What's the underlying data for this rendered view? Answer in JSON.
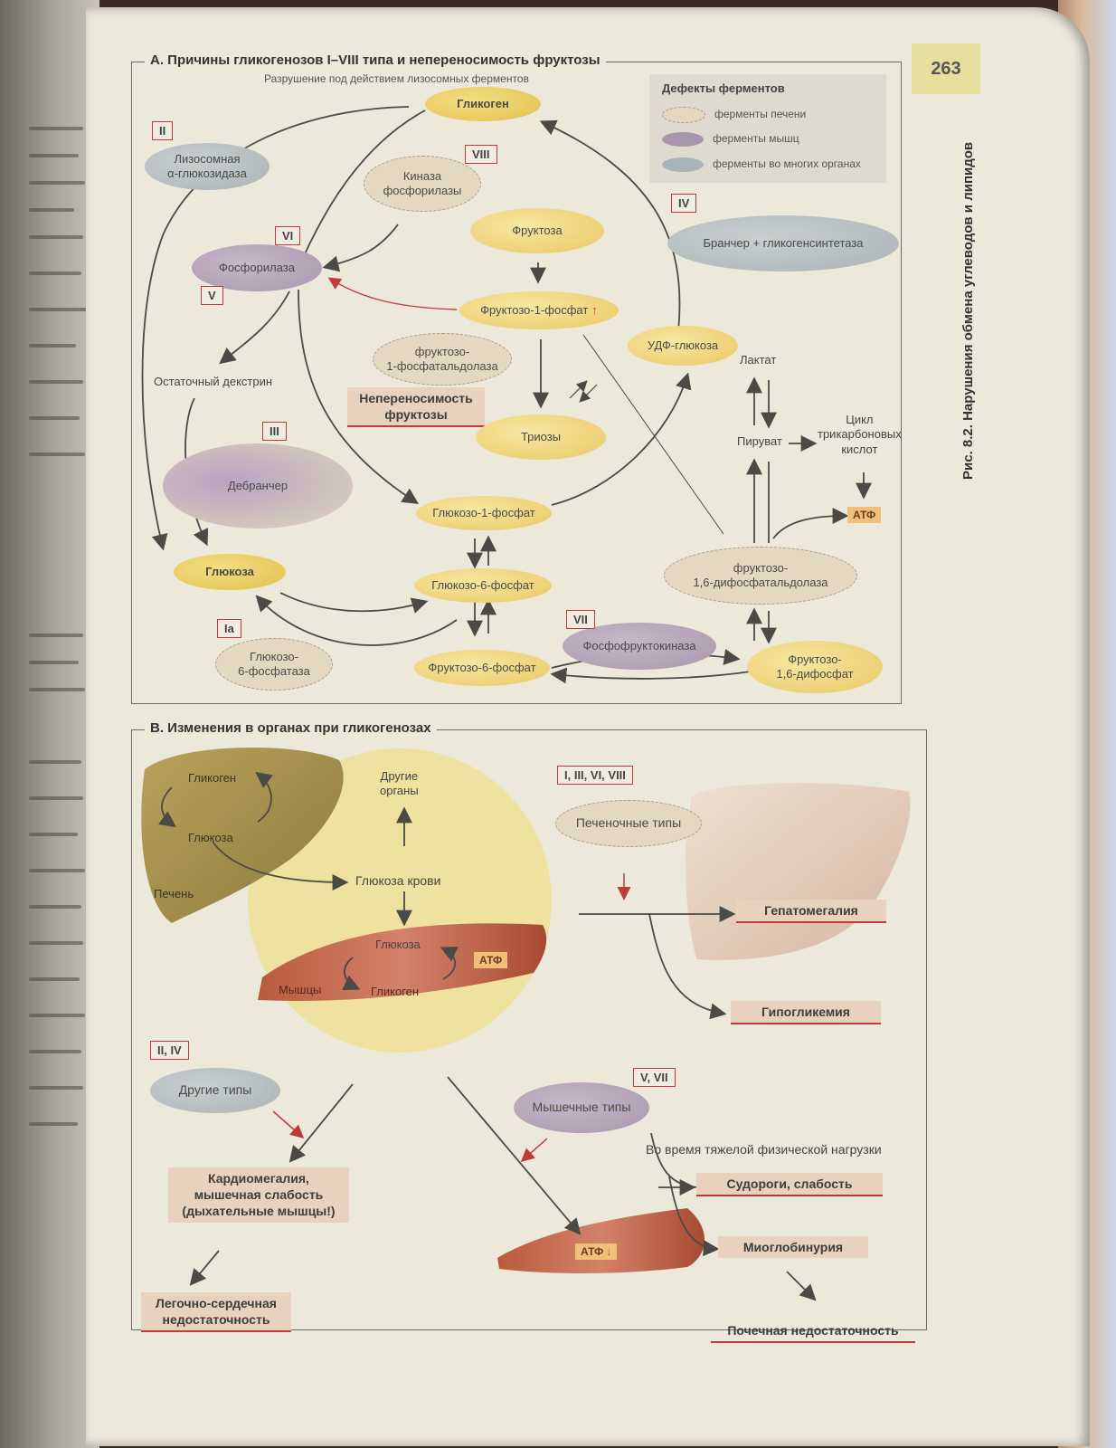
{
  "page_number": "263",
  "figure_caption": "Рис. 8.2. Нарушения обмена углеводов и липидов",
  "panel_a": {
    "title": "А. Причины гликогенозов I–VIII типа и непереносимость фруктозы",
    "subtitle": "Разрушение под действием лизосомных ферментов",
    "legend": {
      "title": "Дефекты ферментов",
      "items": [
        "ферменты печени",
        "ферменты мышц",
        "ферменты во многих органах"
      ]
    },
    "nodes": {
      "glycogen": "Гликоген",
      "phosphorylase_kinase": "Киназа\nфосфорилазы",
      "fructose": "Фруктоза",
      "brancher": "Бранчер + гликогенсинтетаза",
      "lysosomal": "Лизосомная\nα-глюкозидаза",
      "phosphorylase": "Фосфорилаза",
      "f1p": "Фруктозо-1-фосфат",
      "udp_glucose": "УДФ-глюкоза",
      "f1p_aldolase": "фруктозо-\n1-фосфатальдолаза",
      "residual_dextrin": "Остаточный декстрин",
      "intolerance": "Непереносимость\nфруктозы",
      "trioses": "Триозы",
      "lactate": "Лактат",
      "pyruvate": "Пируват",
      "tca": "Цикл\nтрикарбоновых\nкислот",
      "debrancher": "Дебранчер",
      "atp": "АТФ",
      "g1p": "Глюкозо-1-фосфат",
      "glucose": "Глюкоза",
      "g6p": "Глюкозо-6-фосфат",
      "fbp_aldolase": "фруктозо-\n1,6-дифосфатальдолаза",
      "g6pase": "Глюкозо-\n6-фосфатаза",
      "f6p": "Фруктозо-6-фосфат",
      "pfk": "Фосфофруктокиназа",
      "fbp": "Фруктозо-\n1,6-дифосфат"
    },
    "badges": {
      "b2": "II",
      "b8": "VIII",
      "b4": "IV",
      "b6": "VI",
      "b5": "V",
      "b3": "III",
      "b1a": "Ia",
      "b7": "VII"
    }
  },
  "panel_b": {
    "title": "В. Изменения в органах при гликогенозах",
    "labels": {
      "glycogen": "Гликоген",
      "glucose": "Глюкоза",
      "liver": "Печень",
      "other_organs": "Другие\nорганы",
      "blood_glucose": "Глюкоза крови",
      "muscle_glucose": "Глюкоза",
      "muscle_atp": "АТФ",
      "muscles": "Мышцы",
      "muscle_glycogen": "Гликоген",
      "during_exercise": "Во время тяжелой физической нагрузки",
      "atp_down": "АТФ"
    },
    "badges": {
      "hepatic": "I, III, VI, VIII",
      "other": "II, IV",
      "muscle": "V, VII"
    },
    "types": {
      "hepatic": "Печеночные типы",
      "other": "Другие типы",
      "muscle": "Мышечные типы"
    },
    "results": {
      "hepatomegaly": "Гепатомегалия",
      "hypoglycemia": "Гипогликемия",
      "cardiomegaly": "Кардиомегалия,\nмышечная слабость\n(дыхательные мышцы!)",
      "cardiopulmonary": "Легочно-сердечная\nнедостаточность",
      "cramps": "Судороги, слабость",
      "myoglobinuria": "Миоглобинурия",
      "renal_failure": "Почечная недостаточность"
    }
  },
  "colors": {
    "liver_enzyme": "#e4d8c0",
    "muscle_enzyme": "#a996ae",
    "many_enzyme": "#aab3b7",
    "metabolite": "#eed177",
    "defect_border": "#c0393b"
  }
}
